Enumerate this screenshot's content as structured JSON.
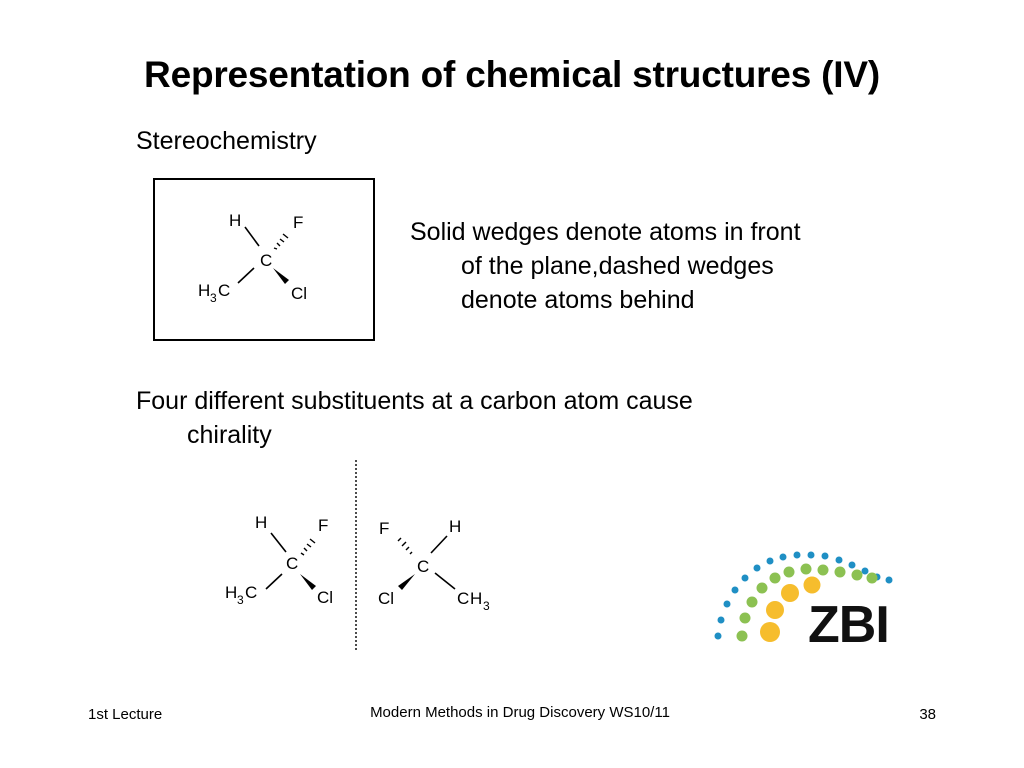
{
  "slide": {
    "title": "Representation of chemical structures (IV)",
    "subtitle": "Stereochemistry",
    "description_1": {
      "line1": "Solid wedges denote atoms in front",
      "line2": "of the plane,dashed wedges",
      "line3": "denote atoms behind"
    },
    "description_2": {
      "line1": "Four different substituents at a carbon atom cause",
      "line2": "chirality"
    },
    "molecule_box": {
      "atom_h": "H",
      "atom_f": "F",
      "atom_c": "C",
      "atom_h3c_h": "H",
      "atom_h3c_sub": "3",
      "atom_h3c_c": "C",
      "atom_cl": "Cl"
    },
    "molecule_left": {
      "atom_h": "H",
      "atom_f": "F",
      "atom_c": "C",
      "atom_h3c_h": "H",
      "atom_h3c_sub": "3",
      "atom_h3c_c": "C",
      "atom_cl": "Cl"
    },
    "molecule_right": {
      "atom_f": "F",
      "atom_h": "H",
      "atom_c": "C",
      "atom_cl": "Cl",
      "atom_ch3_c": "C",
      "atom_ch3_h": "H",
      "atom_ch3_sub": "3"
    },
    "logo": {
      "text": "ZBI",
      "colors": {
        "blue": "#1f8fc4",
        "green": "#8cc152",
        "yellow": "#f6bd2d",
        "text": "#111111"
      }
    },
    "footer": {
      "left": "1st Lecture",
      "center": "Modern Methods in Drug Discovery WS10/11",
      "page_number": "38"
    }
  }
}
